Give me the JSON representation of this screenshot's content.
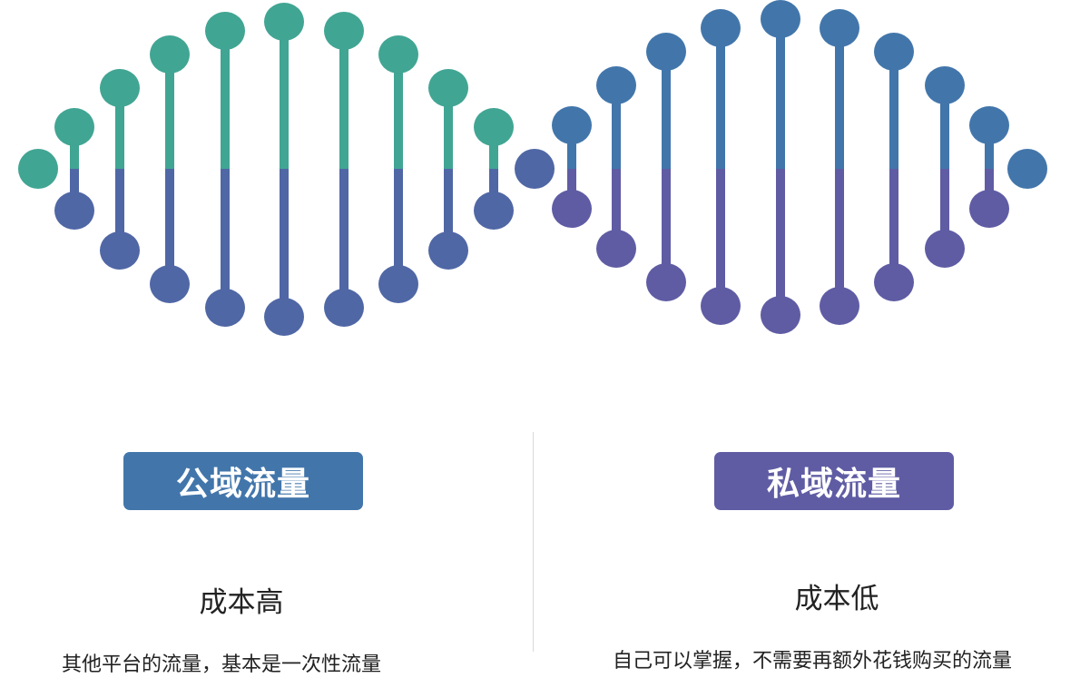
{
  "colors": {
    "left_top": "#41a593",
    "left_bottom": "#5067a5",
    "right_top": "#4276ab",
    "right_bottom": "#5f5ca4",
    "badge_left": "#4276ab",
    "badge_right": "#5f5ca4"
  },
  "public": {
    "badge": "公域流量",
    "heading": "成本高",
    "description": "其他平台的流量，基本是一次性流量"
  },
  "private": {
    "badge": "私域流量",
    "heading": "成本低",
    "description": "自己可以掌握，不需要再额外花钱购买的流量"
  }
}
